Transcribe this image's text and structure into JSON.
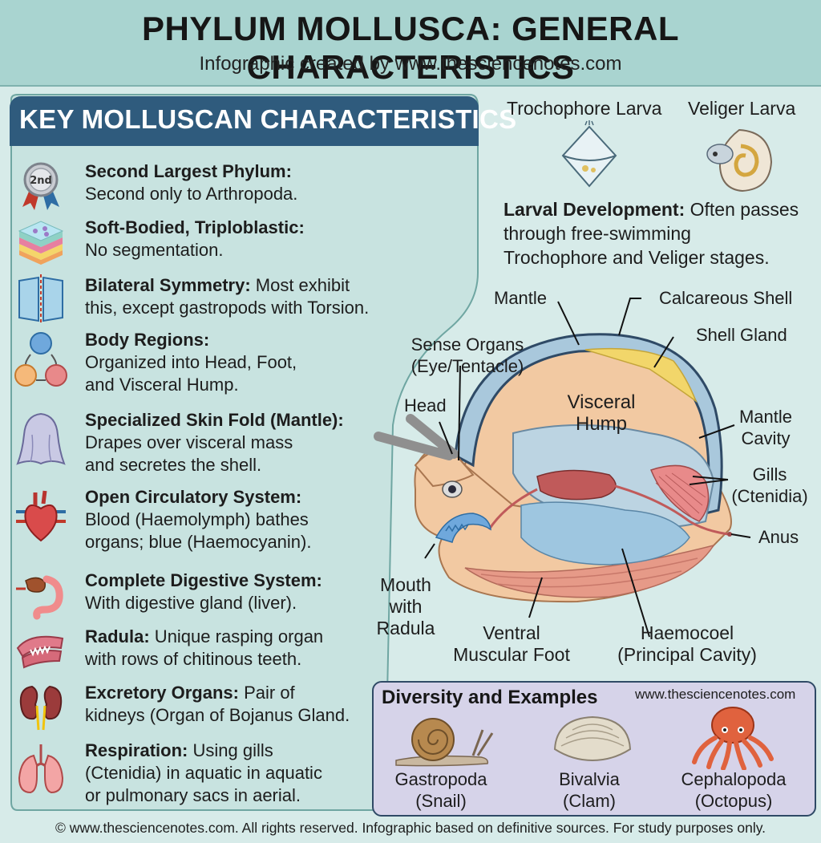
{
  "header": {
    "title": "PHYLUM MOLLUSCA: GENERAL CHARACTERISTICS",
    "subtitle": "Infographic created by www.thesciencenotes.com"
  },
  "panel": {
    "title": "KEY MOLLUSCAN CHARACTERISTICS",
    "items": [
      {
        "icon": "second-place-medal-icon",
        "badge": "2nd",
        "heading": "Second Largest Phylum:",
        "line1": "",
        "line2": "Second only to Arthropoda."
      },
      {
        "icon": "tissue-layers-icon",
        "heading": "Soft-Bodied, Triploblastic:",
        "line1": "",
        "line2": "No segmentation."
      },
      {
        "icon": "bilateral-symmetry-icon",
        "heading": "Bilateral Symmetry:",
        "line1": " Most exhibit",
        "line2": "this, except gastropods with Torsion."
      },
      {
        "icon": "body-regions-icon",
        "heading": "Body Regions:",
        "line1": "",
        "line2": "Organized into Head, Foot,",
        "line3": "and Visceral Hump."
      },
      {
        "icon": "mantle-fold-icon",
        "heading": "Specialized Skin Fold (Mantle):",
        "line1": "",
        "line2": "Drapes over visceral mass",
        "line3": "and secretes the shell."
      },
      {
        "icon": "heart-circulation-icon",
        "heading": "Open Circulatory System:",
        "line1": "",
        "line2": "Blood (Haemolymph) bathes",
        "line3": "organs; blue (Haemocyanin)."
      },
      {
        "icon": "digestive-tract-icon",
        "heading": "Complete Digestive System:",
        "line1": "",
        "line2": "With digestive gland (liver)."
      },
      {
        "icon": "radula-teeth-icon",
        "heading": "Radula:",
        "line1": " Unique rasping organ",
        "line2": "with rows of chitinous teeth."
      },
      {
        "icon": "kidneys-icon",
        "heading": "Excretory Organs:",
        "line1": " Pair of",
        "line2": "kidneys (Organ of Bojanus Gland."
      },
      {
        "icon": "lungs-icon",
        "heading": "Respiration:",
        "line1": " Using gills",
        "line2": "(Ctenidia) in aquatic in aquatic",
        "line3": "or pulmonary sacs in aerial."
      }
    ]
  },
  "larvae": {
    "trochophore": "Trochophore Larva",
    "veliger": "Veliger Larva",
    "dev_heading": "Larval Development:",
    "dev_line1": " Often passes",
    "dev_line2": "through free-swimming",
    "dev_line3": "Trochophore and Veliger stages."
  },
  "anatomy": {
    "mantle": "Mantle",
    "calcareous_shell": "Calcareous Shell",
    "shell_gland": "Shell Gland",
    "sense_organs_1": "Sense Organs",
    "sense_organs_2": "(Eye/Tentacle)",
    "head": "Head",
    "visceral_hump_1": "Visceral",
    "visceral_hump_2": "Hump",
    "mantle_cavity_1": "Mantle",
    "mantle_cavity_2": "Cavity",
    "gills_1": "Gills",
    "gills_2": "(Ctenidia)",
    "anus": "Anus",
    "mouth_1": "Mouth",
    "mouth_2": "with",
    "mouth_3": "Radula",
    "foot_1": "Ventral",
    "foot_2": "Muscular Foot",
    "haemocoel_1": "Haemocoel",
    "haemocoel_2": "(Principal Cavity)"
  },
  "diversity": {
    "title": "Diversity and Examples",
    "site": "www.thesciencenotes.com",
    "examples": [
      {
        "icon": "snail-icon",
        "class": "Gastropoda",
        "common": "(Snail)"
      },
      {
        "icon": "clam-icon",
        "class": "Bivalvia",
        "common": "(Clam)"
      },
      {
        "icon": "octopus-icon",
        "class": "Cephalopoda",
        "common": "(Octopus)"
      }
    ]
  },
  "footer": "© www.thesciencenotes.com. All rights reserved. Infographic based on definitive sources. For study purposes only.",
  "colors": {
    "background": "#d7ebe9",
    "header_bg": "#a9d4d0",
    "panel_header": "#2f5b7d",
    "panel_bg": "#c8e3e0",
    "body_tan": "#f2c9a2",
    "shell_blue": "#a9c8dc",
    "diversity_bg": "#d6d3e9"
  }
}
